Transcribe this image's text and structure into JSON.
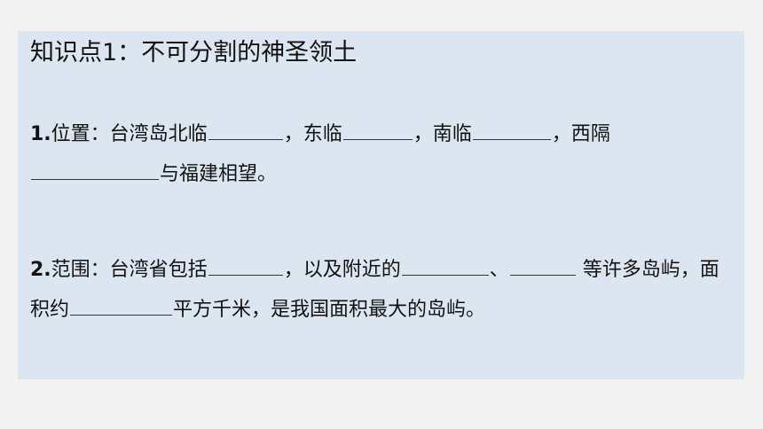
{
  "panel": {
    "title": "知识点1：不可分割的神圣领土",
    "para1": {
      "num": "1.",
      "text_a": "位置：台湾岛北临",
      "text_b": "，东临",
      "text_c": "，南临",
      "text_d": "，西隔",
      "text_e": "与福建相望。"
    },
    "para2": {
      "num": "2.",
      "text_a": "范围：台湾省包括",
      "text_b": "，以及附近的",
      "text_c": "、",
      "text_d": "等许多岛屿，面积约",
      "text_e": "平方千米，是我国面积最大的岛屿。"
    }
  }
}
